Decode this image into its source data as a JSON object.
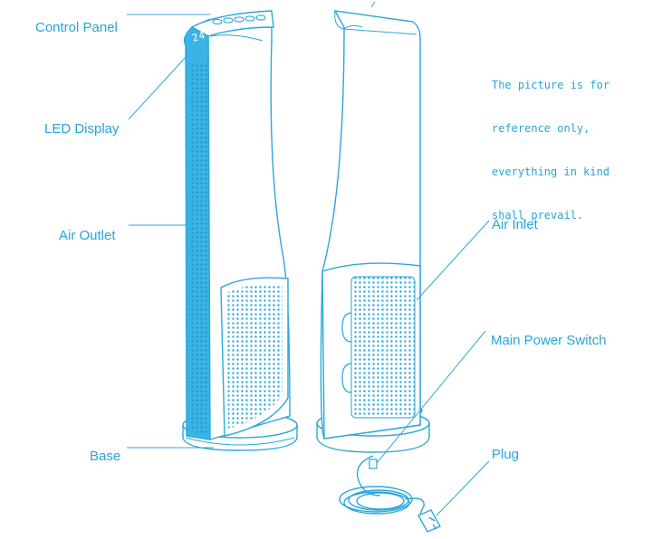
{
  "labels": {
    "control_panel": "Control Panel",
    "led_display": "LED Display",
    "air_outlet": "Air Outlet",
    "base": "Base",
    "air_inlet": "Air Inlet",
    "main_power_switch": "Main Power Switch",
    "plug": "Plug"
  },
  "display_readout": "24",
  "note_lines": [
    "The picture is for",
    "reference only,",
    "everything in kind",
    "shall prevail."
  ],
  "colors": {
    "accent": "#27a4d6",
    "panel_fill": "#3ab4e6",
    "line": "#2aa7da"
  }
}
